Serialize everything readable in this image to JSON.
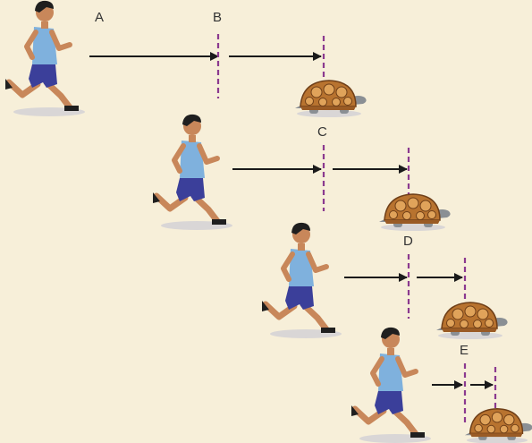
{
  "labels": {
    "a": "A",
    "b": "B",
    "c": "C",
    "d": "D",
    "e": "E"
  },
  "colors": {
    "background": "#f7efd9",
    "arrow": "#1a1a1a",
    "marker_line": "#8b3a8f",
    "shadow": "#d9d6d6",
    "shirt": "#7fb1dd",
    "shorts": "#3b3f9a",
    "skin": "#c8875a",
    "hair": "#1f1f1f",
    "shell": "#b8732f",
    "shell_plate": "#e0a35a",
    "turtle_skin": "#8a8f94"
  },
  "icons": [
    "runner-icon",
    "tortoise-icon",
    "arrow-icon",
    "dashed-marker-line"
  ]
}
